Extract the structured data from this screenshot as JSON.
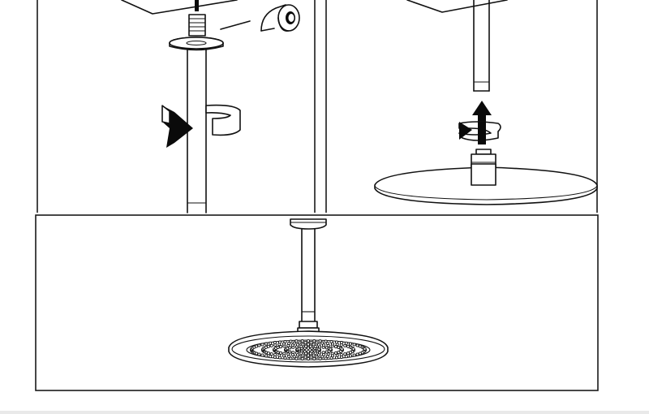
{
  "diagram": {
    "steps": [
      {
        "step": "wrap-thread-tape-and-screw-arm-into-ceiling"
      },
      {
        "step": "attach-shower-head-to-arm"
      },
      {
        "step": "installed-ceiling-rain-shower"
      }
    ],
    "icons": [
      "thread-tape-icon",
      "rotate-arrow-icon",
      "push-up-arrow-icon"
    ],
    "colors": {
      "line": "#111111",
      "background": "#ffffff",
      "footer": "#e9e9e9"
    }
  }
}
